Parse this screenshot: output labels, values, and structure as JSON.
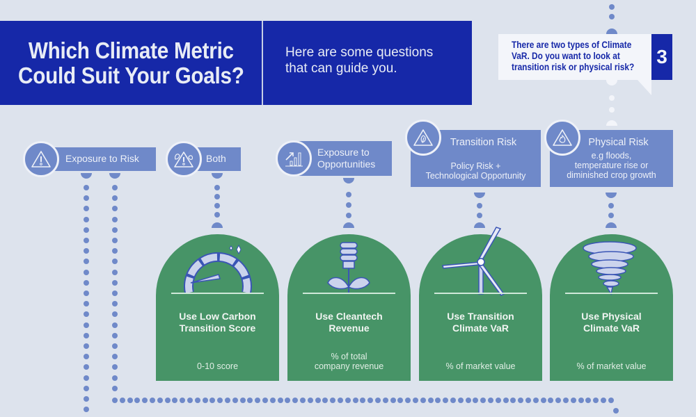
{
  "header": {
    "title_line1": "Which Climate Metric",
    "title_line2": "Could Suit Your Goals?",
    "subtitle_line1": "Here are some questions",
    "subtitle_line2": "that can guide you."
  },
  "question": {
    "step_number": "3",
    "line1": "There are two types of Climate",
    "line2": "VaR. Do you want to look at",
    "line3": "transition risk or physical risk?"
  },
  "options": [
    {
      "label": "Exposure to Risk",
      "icon": "warning-triangle-icon"
    },
    {
      "label": "Both",
      "icon": "warning-leaf-icon"
    },
    {
      "label_line1": "Exposure to",
      "label_line2": "Opportunities",
      "icon": "growth-chart-icon"
    },
    {
      "label": "Transition Risk",
      "detail_line1": "Policy Risk +",
      "detail_line2": "Technological Opportunity",
      "icon": "leaf-triangle-icon"
    },
    {
      "label": "Physical Risk",
      "detail_line1": "e.g floods,",
      "detail_line2": "temperature rise or",
      "detail_line3": "diminished crop growth",
      "icon": "fire-triangle-icon"
    }
  ],
  "metrics": [
    {
      "name_line1": "Use Low Carbon",
      "name_line2": "Transition Score",
      "unit_line1": "0-10 score",
      "icon": "gauge-icon"
    },
    {
      "name_line1": "Use Cleantech",
      "name_line2": "Revenue",
      "unit_line1": "% of total",
      "unit_line2": "company revenue",
      "icon": "eco-bulb-icon"
    },
    {
      "name_line1": "Use Transition",
      "name_line2": "Climate VaR",
      "unit_line1": "% of market value",
      "icon": "wind-turbine-icon"
    },
    {
      "name_line1": "Use Physical",
      "name_line2": "Climate VaR",
      "unit_line1": "% of market value",
      "icon": "tornado-icon"
    }
  ],
  "colors": {
    "background": "#dde3ed",
    "header_blue": "#1628a8",
    "label_blue": "#6f89c9",
    "card_green": "#479467",
    "bubble": "#f3f5fa"
  }
}
